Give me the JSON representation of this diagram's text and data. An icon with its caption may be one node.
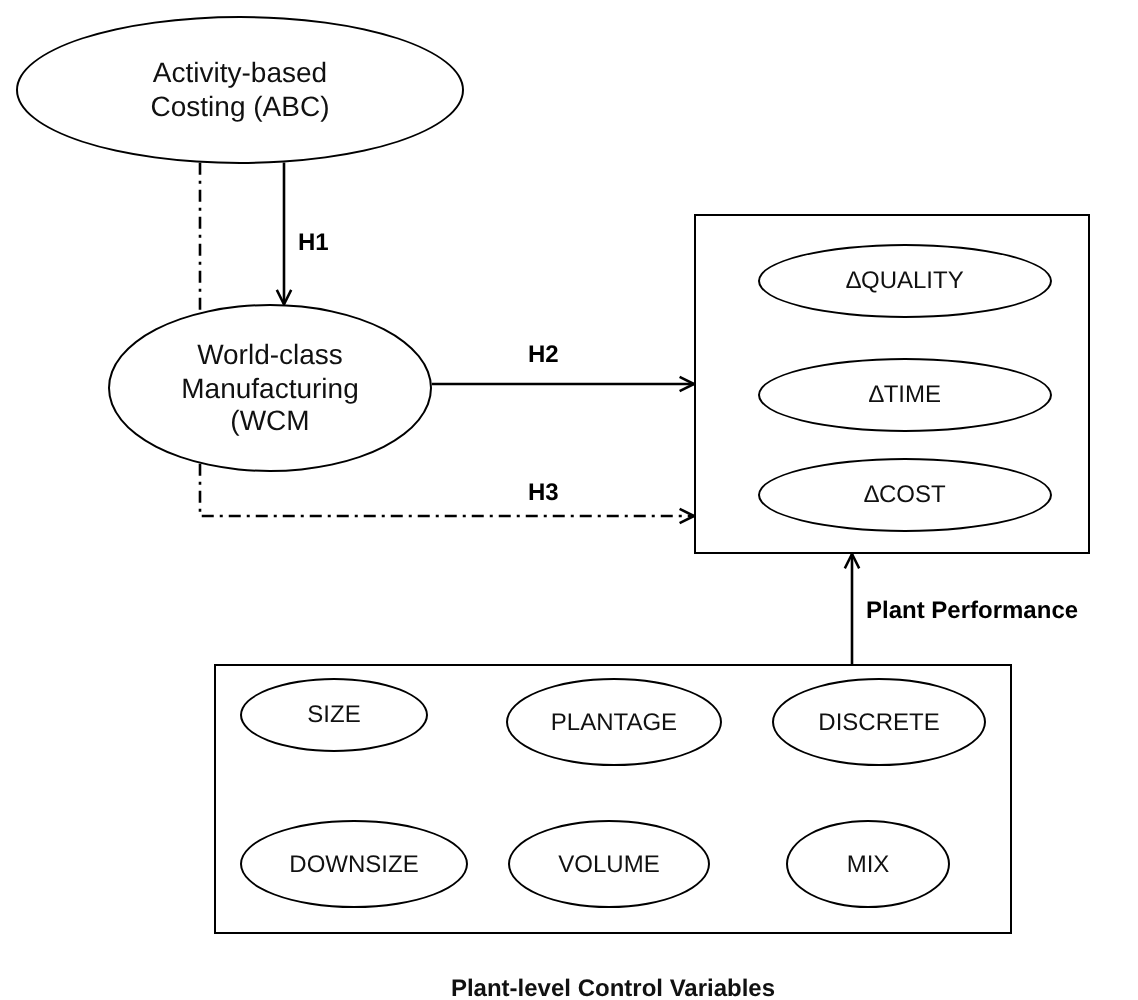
{
  "diagram": {
    "nodes": [
      {
        "text": [
          "Activity-based Costing (ABC)"
        ]
      },
      {
        "text": [
          "World-class Manufacturing (WCM"
        ]
      },
      {
        "text": [],
        "shape": "box"
      },
      {
        "text": [
          "∆QUALITY"
        ],
        "in": 2
      },
      {
        "text": [
          "∆TIME"
        ],
        "in": 2
      },
      {
        "text": [
          "∆COST"
        ],
        "in": 2
      },
      {
        "text": [
          "Plant-level Control Variables"
        ]
      },
      {
        "text": [
          "SIZE"
        ],
        "in": 6
      },
      {
        "text": [
          "PLANTAGE"
        ],
        "in": 6
      },
      {
        "text": [
          "DISCRETE"
        ],
        "in": 6
      },
      {
        "text": [
          "DOWNSIZE"
        ],
        "in": 6
      },
      {
        "text": [
          "VOLUME"
        ],
        "in": 6
      },
      {
        "text": [
          "MIX"
        ],
        "in": 6
      }
    ],
    "edges": [
      {
        "from": 0,
        "to": 1,
        "arrow": "to",
        "label": "H1"
      },
      {
        "from": 1,
        "to": 2,
        "arrow": "to",
        "label": "H2"
      },
      {
        "from": 0,
        "to": 1,
        "arrow": "none",
        "style": "dashed"
      },
      {
        "from": 1,
        "to": 2,
        "arrow": "to",
        "label": "H3",
        "style": "dashed"
      },
      {
        "from": 6,
        "to": 2,
        "arrow": "to",
        "label": "Plant Performance"
      }
    ]
  }
}
